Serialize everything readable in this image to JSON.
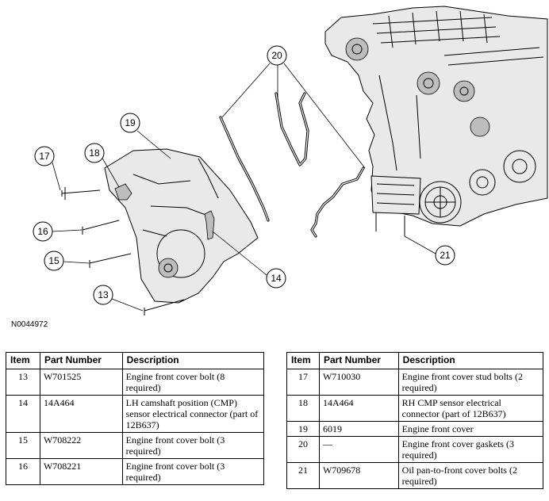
{
  "figure_id": "N0044972",
  "callouts": [
    "13",
    "14",
    "15",
    "16",
    "17",
    "18",
    "19",
    "20",
    "21"
  ],
  "table_headers": {
    "item": "Item",
    "part_number": "Part Number",
    "description": "Description"
  },
  "left_table": [
    {
      "item": "13",
      "part_number": "W701525",
      "description": "Engine front cover bolt (8 required)"
    },
    {
      "item": "14",
      "part_number": "14A464",
      "description": "LH camshaft position (CMP) sensor electrical connector (part of 12B637)"
    },
    {
      "item": "15",
      "part_number": "W708222",
      "description": "Engine front cover bolt (3 required)"
    },
    {
      "item": "16",
      "part_number": "W708221",
      "description": "Engine front cover bolt (3 required)"
    }
  ],
  "right_table": [
    {
      "item": "17",
      "part_number": "W710030",
      "description": "Engine front cover stud bolts (2 required)"
    },
    {
      "item": "18",
      "part_number": "14A464",
      "description": "RH CMP sensor electrical connector (part of 12B637)"
    },
    {
      "item": "19",
      "part_number": "6019",
      "description": "Engine front cover"
    },
    {
      "item": "20",
      "part_number": "—",
      "description": "Engine front cover gaskets (3 required)"
    },
    {
      "item": "21",
      "part_number": "W709678",
      "description": "Oil pan-to-front cover bolts (2 required)"
    }
  ]
}
